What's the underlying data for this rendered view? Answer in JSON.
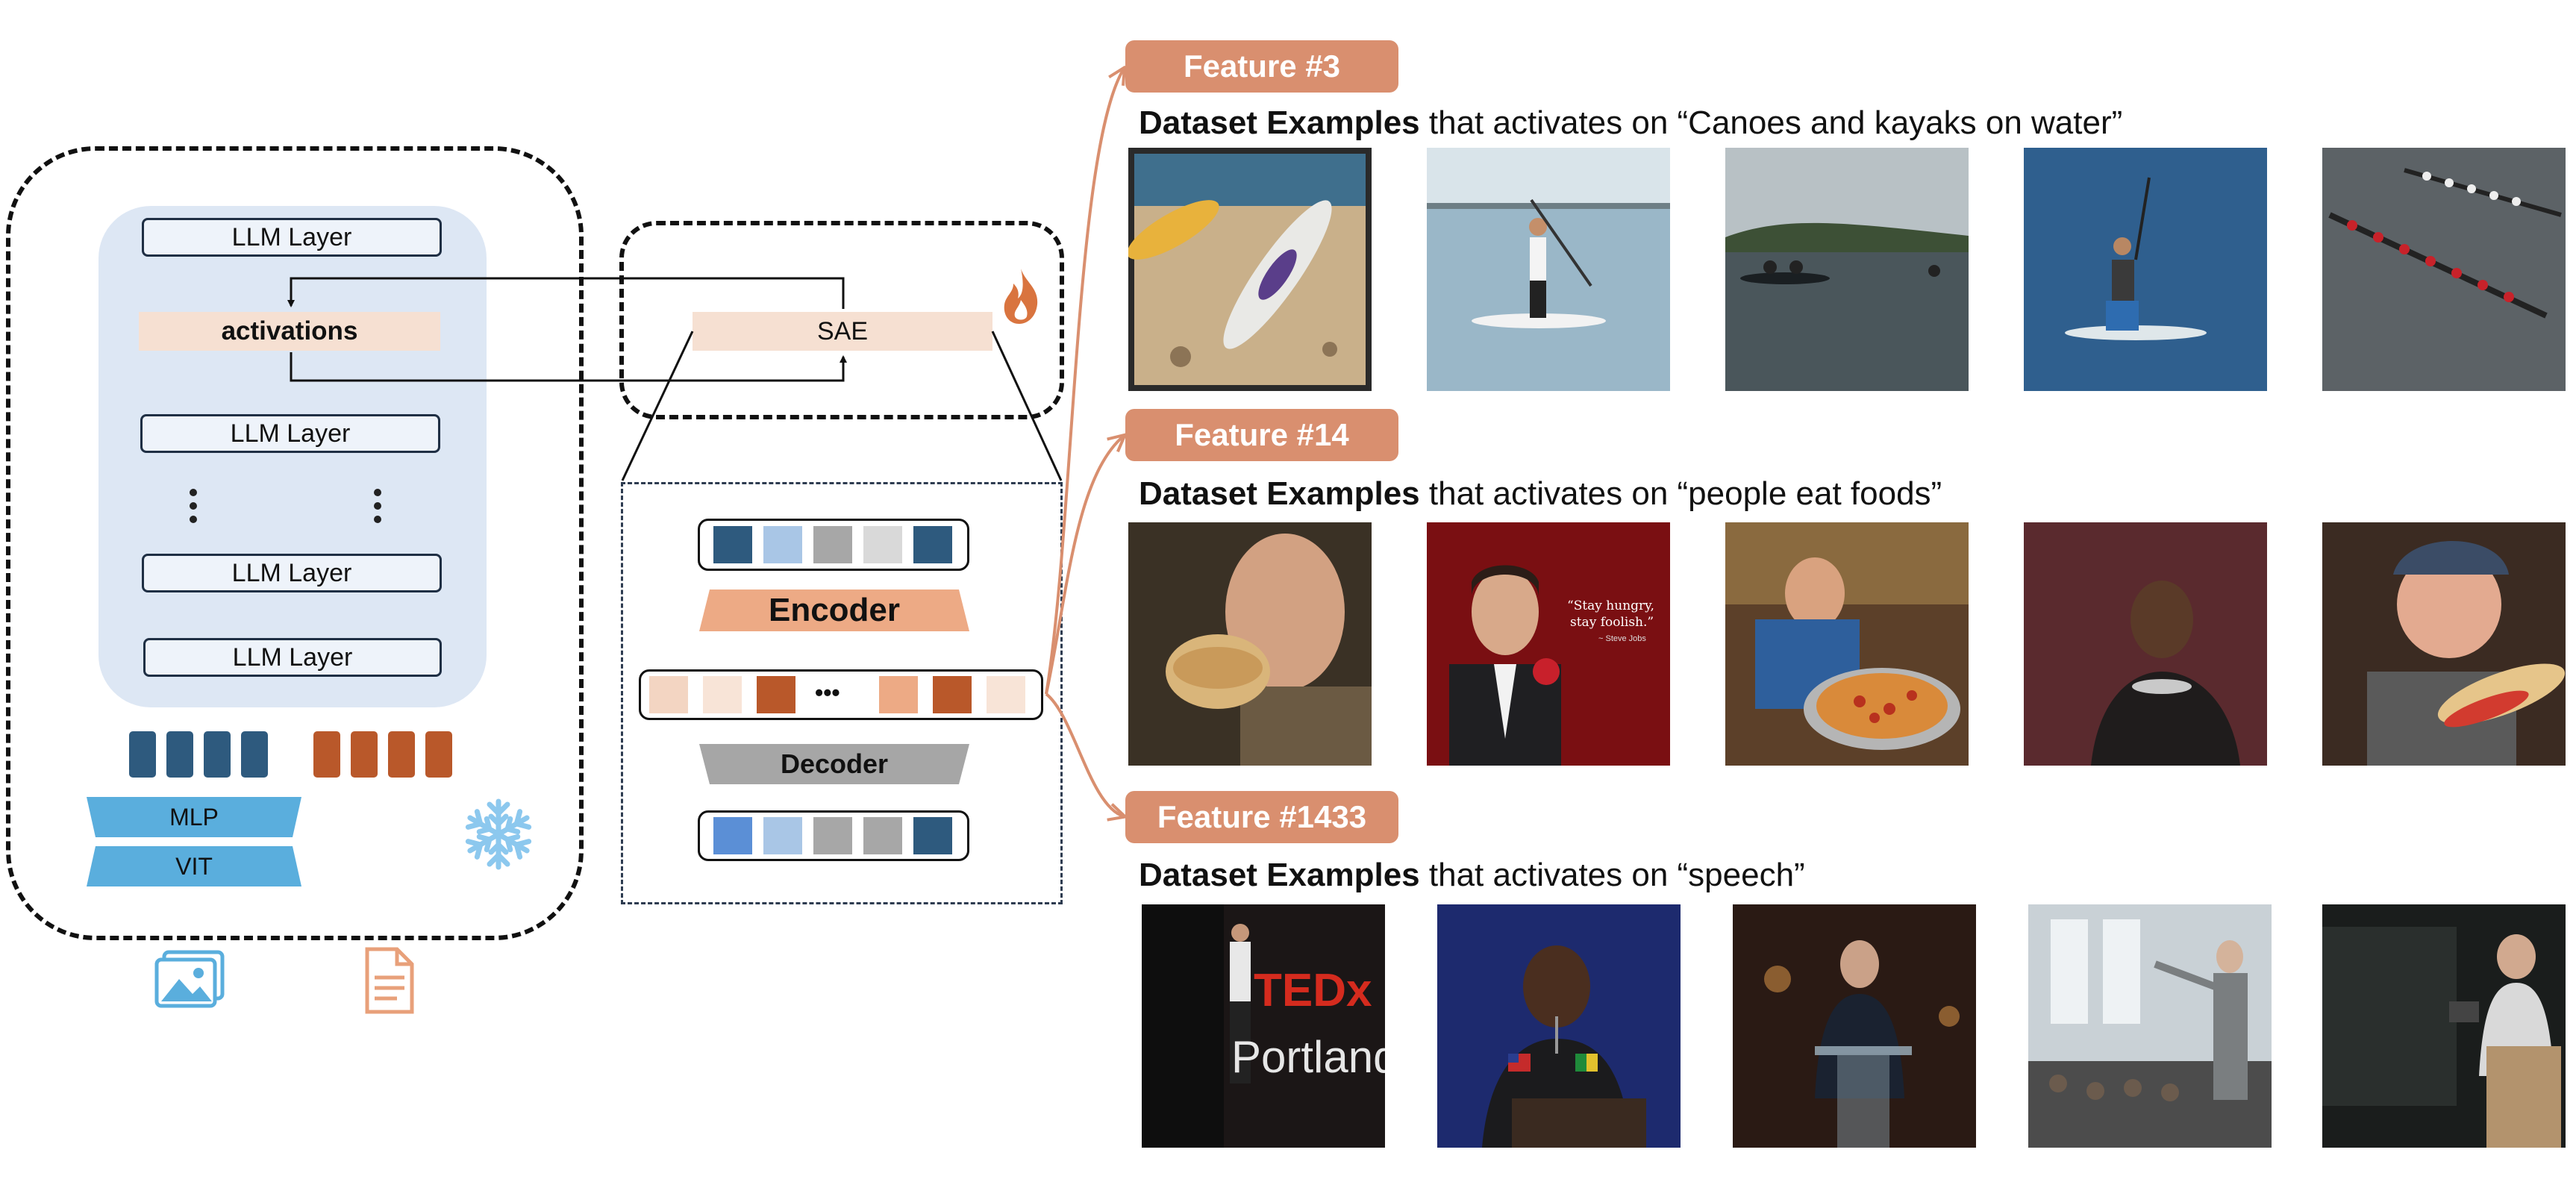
{
  "model": {
    "llm_layer_label": "LLM Layer",
    "activations_label": "activations",
    "mlp_label": "MLP",
    "vit_label": "VIT"
  },
  "sae": {
    "label": "SAE",
    "encoder_label": "Encoder",
    "decoder_label": "Decoder",
    "ellipsis": "•••"
  },
  "features": [
    {
      "tab": "Feature #3",
      "prefix": "Dataset Examples",
      "suffix": " that activates on “Canoes and kayaks on water”"
    },
    {
      "tab": "Feature #14",
      "prefix": "Dataset Examples",
      "suffix": " that activates on “people eat foods”"
    },
    {
      "tab": "Feature #1433",
      "prefix": "Dataset Examples",
      "suffix": " that activates on “speech”"
    }
  ],
  "photo_texts": {
    "jobs_quote_1": "“Stay hungry,",
    "jobs_quote_2": "stay foolish.”",
    "jobs_attr": "~ Steve Jobs",
    "ted_text": "TEDx",
    "ted_text_2": "Portland"
  },
  "colors": {
    "accent_orange": "#d98f6f",
    "activation_fill": "#f6e0d2",
    "panel_blue": "#dde7f4",
    "token_blue": "#2e5a7e",
    "token_orange": "#b9582a",
    "mlp_blue": "#5aaedd",
    "snowflake": "#8cc8ee",
    "flame": "#d9743f"
  }
}
